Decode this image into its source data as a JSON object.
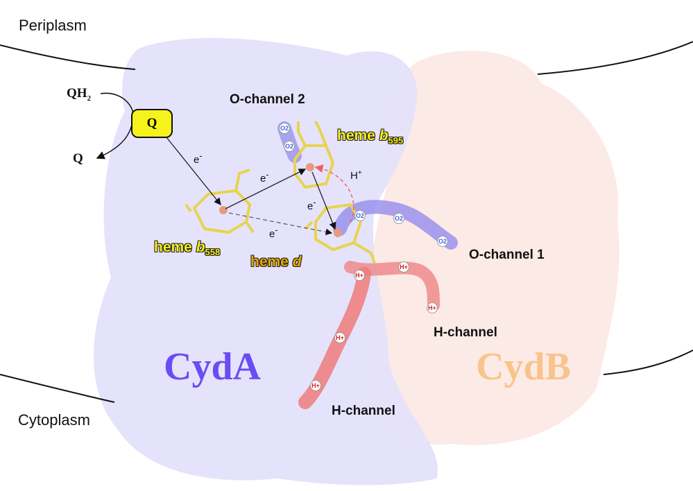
{
  "regions": {
    "periplasm": "Periplasm",
    "cytoplasm": "Cytoplasm"
  },
  "subunits": {
    "cyda": "CydA",
    "cydb": "CydB",
    "cyda_color": "#6a4cf2",
    "cydb_color": "#f9c38c"
  },
  "quinone": {
    "qh2_base": "QH",
    "qh2_sub": "2",
    "q_out": "Q",
    "q_box": "Q"
  },
  "hemes": {
    "b558": {
      "name": "heme ",
      "italic": "b",
      "sub": "558"
    },
    "b595": {
      "name": "heme ",
      "italic": "b",
      "sub": "595"
    },
    "d": {
      "name": "heme ",
      "italic": "d"
    }
  },
  "channels": {
    "o_channel_1": "O-channel 1",
    "o_channel_2": "O-channel 2",
    "h_channel_cydb": "H-channel",
    "h_channel_cyda": "H-channel"
  },
  "transfer_labels": {
    "electron": "e",
    "electron_sup": "-",
    "proton": "H",
    "proton_sup": "+"
  },
  "ions": {
    "oxygen": "O2",
    "proton": "H+"
  }
}
